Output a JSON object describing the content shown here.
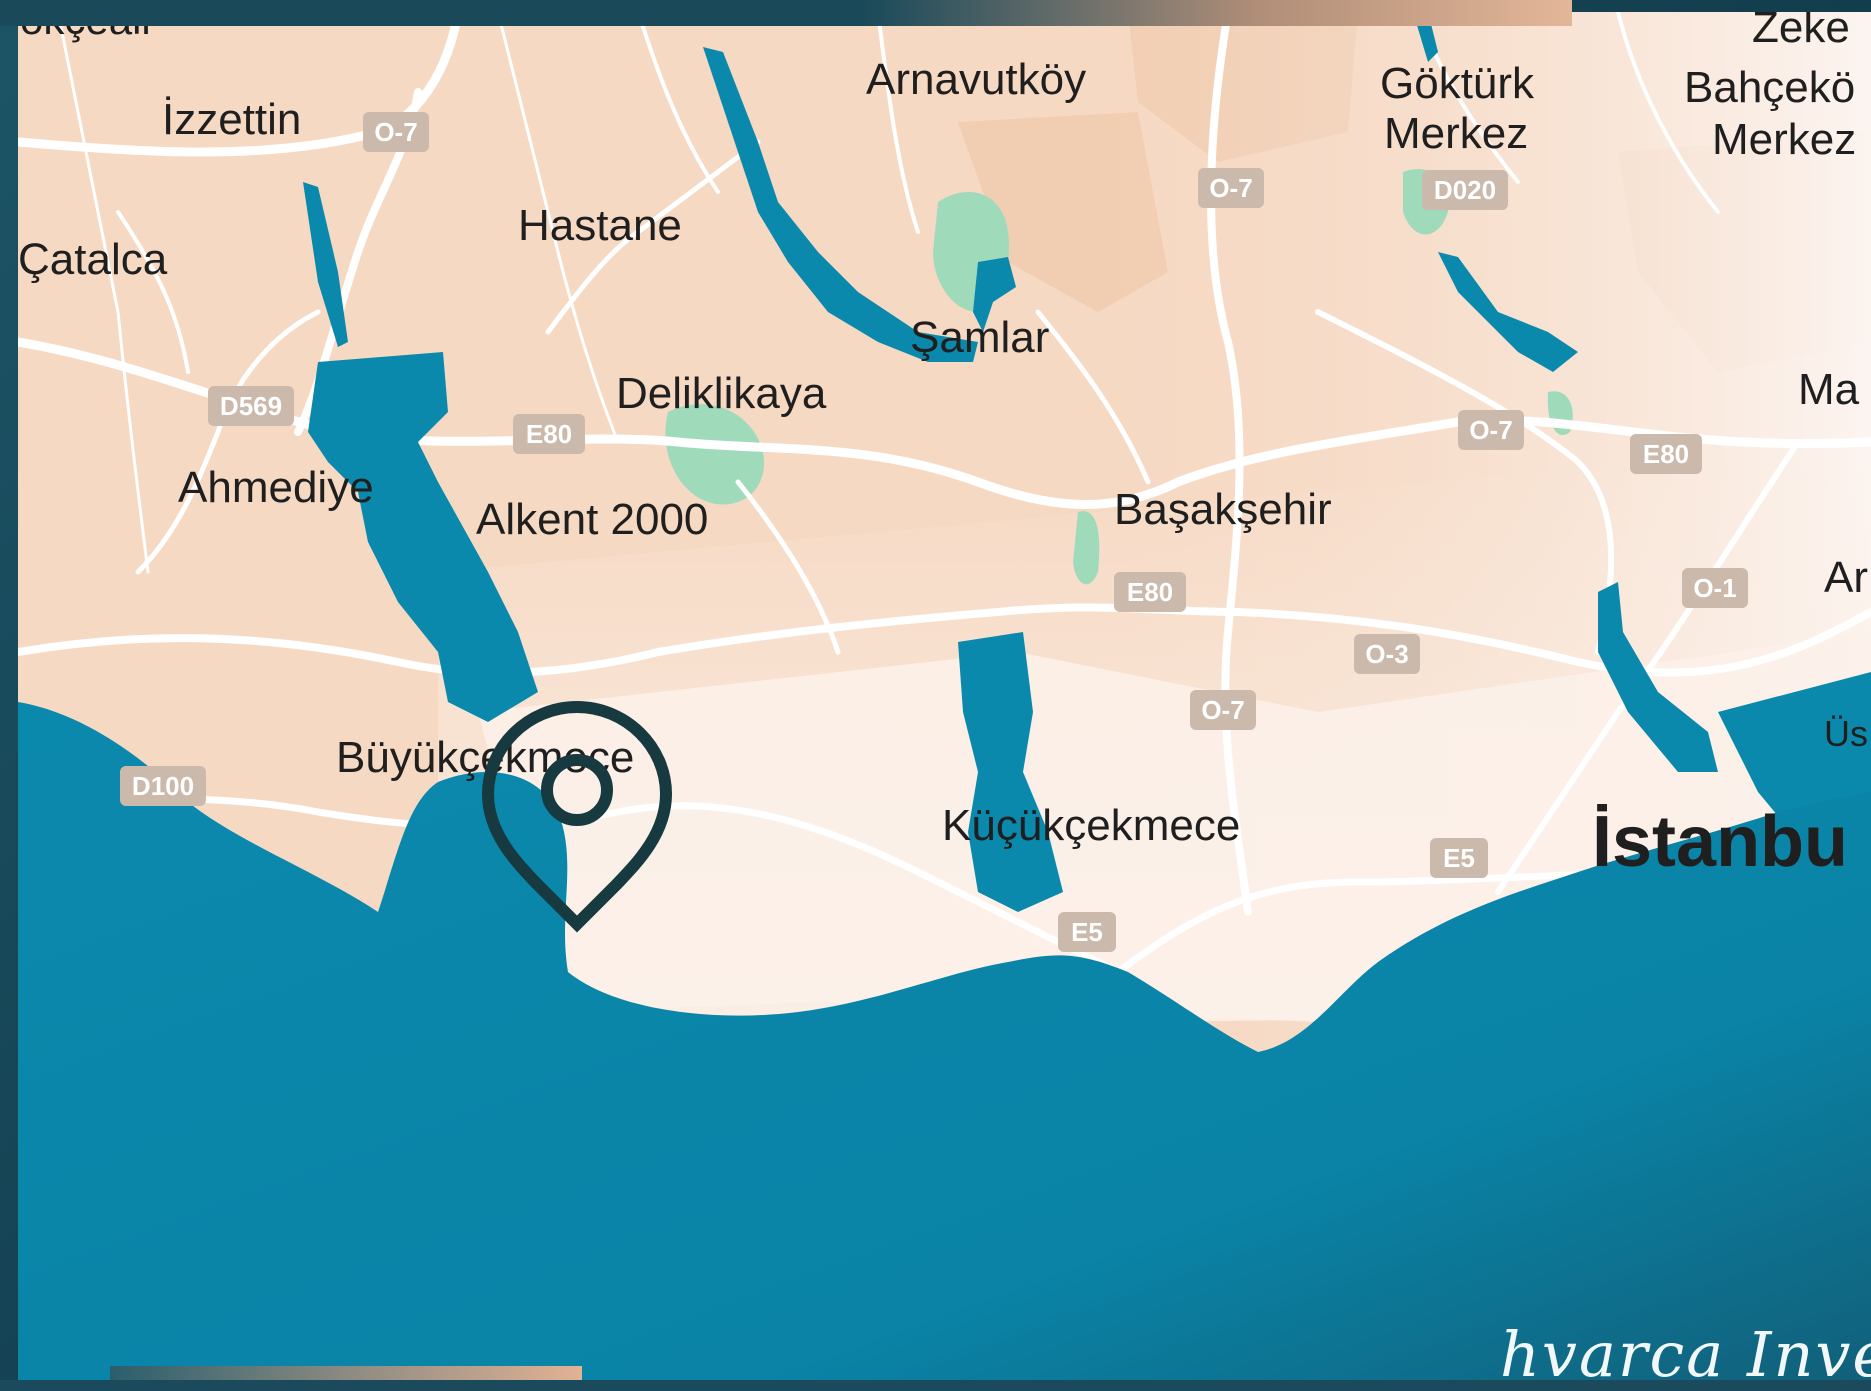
{
  "map": {
    "colors": {
      "land": "#f6d9c3",
      "land_urban": "#fbf3ee",
      "water": "#0b89ad",
      "park": "#9fdbbb",
      "road": "#ffffff",
      "shield": "#cbb9ac",
      "frame": "#1a4a5c"
    },
    "places": [
      {
        "id": "ikcealt",
        "label": "okçeali"
      },
      {
        "id": "izzettin",
        "label": "İzzettin"
      },
      {
        "id": "catalca",
        "label": "Çatalca"
      },
      {
        "id": "hastane",
        "label": "Hastane"
      },
      {
        "id": "arnavutkoy",
        "label": "Arnavutköy"
      },
      {
        "id": "gokturk-1",
        "label": "Göktürk"
      },
      {
        "id": "gokturk-2",
        "label": "Merkez"
      },
      {
        "id": "bahcekoy-1",
        "label": "Bahçekö"
      },
      {
        "id": "bahcekoy-2",
        "label": "Merkez"
      },
      {
        "id": "zeke",
        "label": "Zeke"
      },
      {
        "id": "samlar",
        "label": "Şamlar"
      },
      {
        "id": "deliklikaya",
        "label": "Deliklikaya"
      },
      {
        "id": "ahmediye",
        "label": "Ahmediye"
      },
      {
        "id": "alkent",
        "label": "Alkent 2000"
      },
      {
        "id": "basaksehir",
        "label": "Başakşehir"
      },
      {
        "id": "ma",
        "label": "Ma"
      },
      {
        "id": "ar",
        "label": "Ar"
      },
      {
        "id": "us",
        "label": "Üs"
      },
      {
        "id": "buyukcekmece",
        "label": "Büyükçekmece"
      },
      {
        "id": "kucukcekmece",
        "label": "Küçükçekmece"
      },
      {
        "id": "istanbul",
        "label": "İstanbu"
      }
    ],
    "shields": [
      {
        "id": "o7-a",
        "label": "O-7"
      },
      {
        "id": "o7-b",
        "label": "O-7"
      },
      {
        "id": "d020",
        "label": "D020"
      },
      {
        "id": "d569",
        "label": "D569"
      },
      {
        "id": "e80-a",
        "label": "E80"
      },
      {
        "id": "o7-c",
        "label": "O-7"
      },
      {
        "id": "e80-b",
        "label": "E80"
      },
      {
        "id": "e80-c",
        "label": "E80"
      },
      {
        "id": "o1",
        "label": "O-1"
      },
      {
        "id": "o3",
        "label": "O-3"
      },
      {
        "id": "o7-d",
        "label": "O-7"
      },
      {
        "id": "d100",
        "label": "D100"
      },
      {
        "id": "e5-a",
        "label": "E5"
      },
      {
        "id": "e5-b",
        "label": "E5"
      }
    ],
    "marker_icon": "location-pin-icon"
  },
  "branding": {
    "signature": "hvarca Invest"
  }
}
